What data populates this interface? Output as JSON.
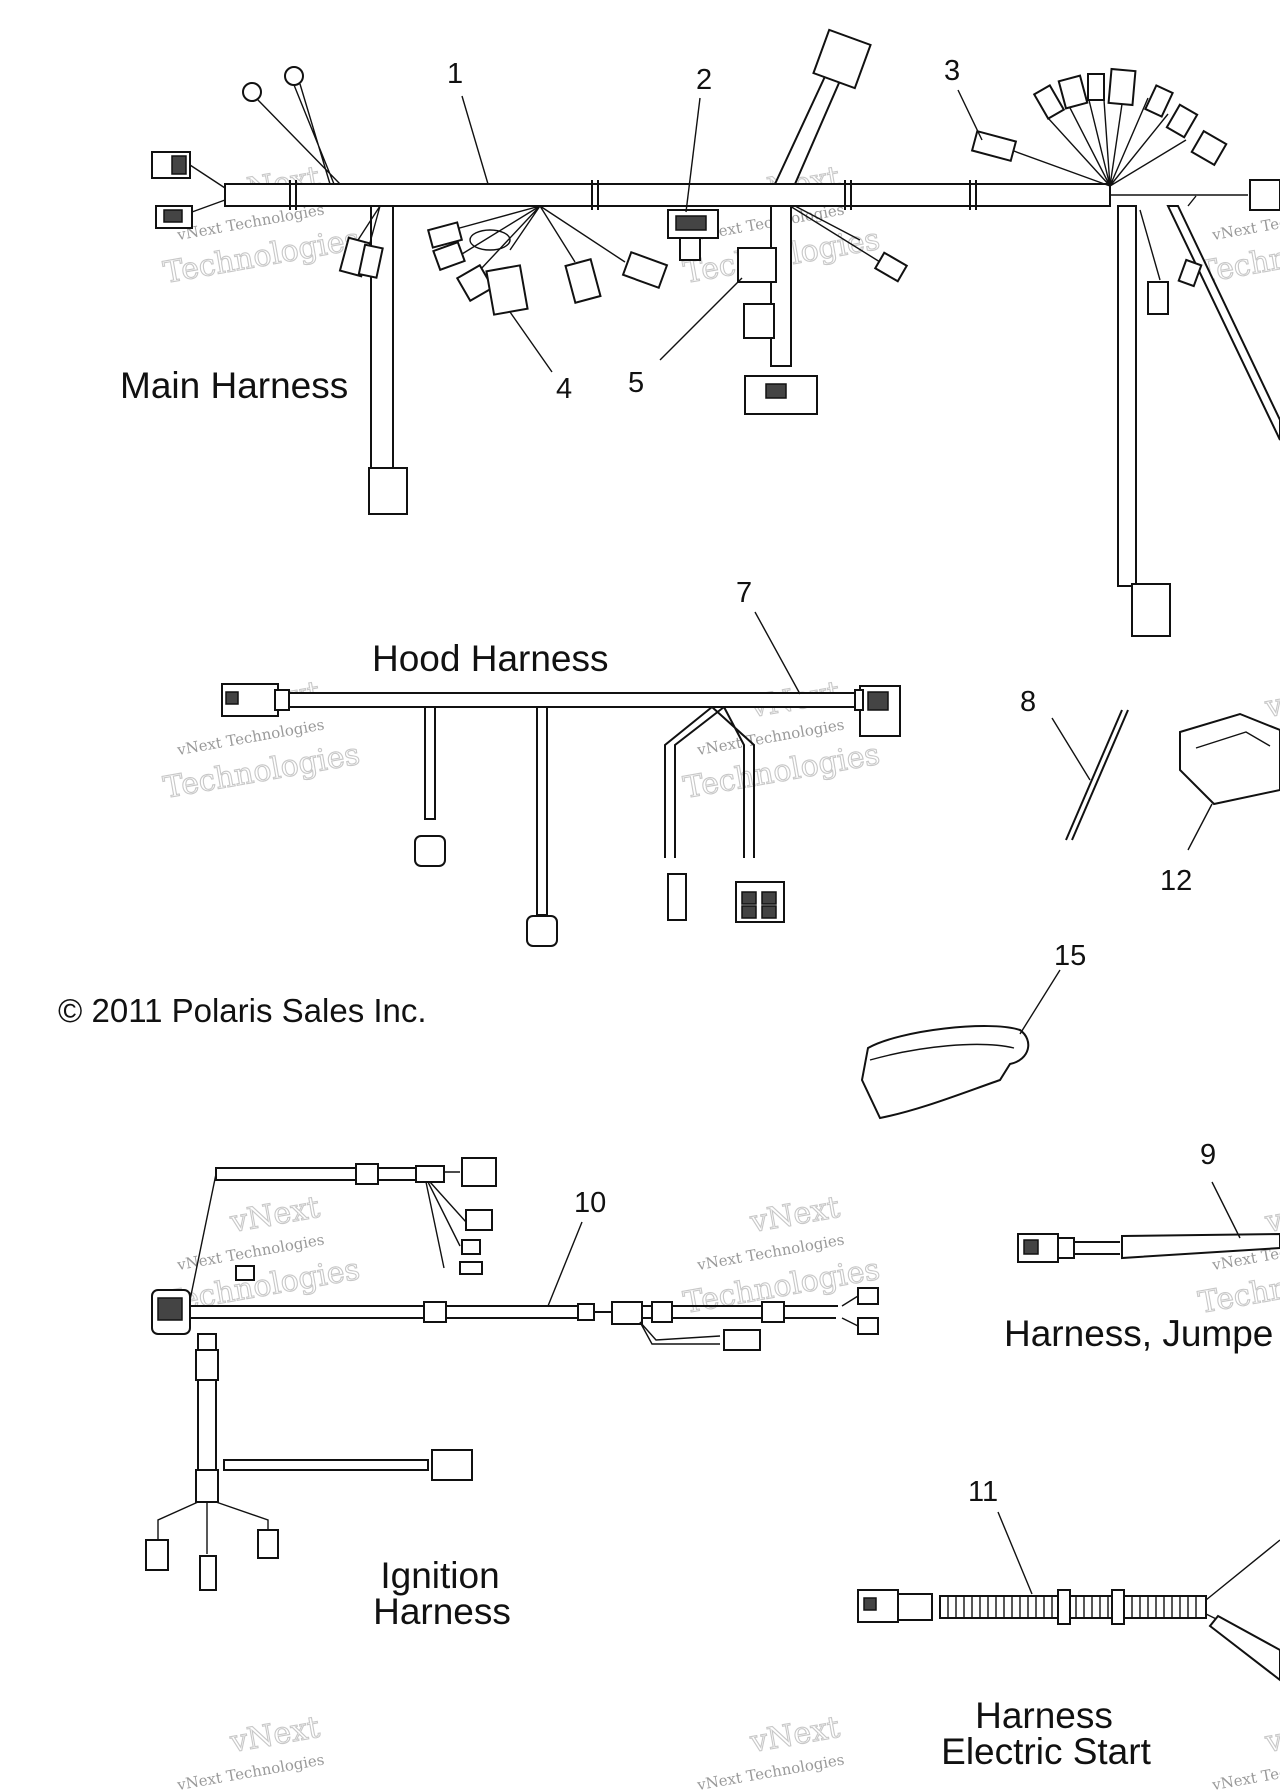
{
  "callouts": [
    "1",
    "2",
    "3",
    "4",
    "5",
    "7",
    "8",
    "12",
    "15",
    "9",
    "10",
    "11"
  ],
  "titles": {
    "main_harness": "Main Harness",
    "hood_harness": "Hood Harness",
    "harness_jumper": "Harness, Jumpe",
    "ignition_line1": "Ignition",
    "ignition_line2": "Harness",
    "electric_start_line1": "Harness",
    "electric_start_line2": "Electric Start"
  },
  "copyright": "© 2011 Polaris Sales Inc.",
  "watermark": {
    "line1": "vNext Technologies",
    "line2": "vNext",
    "line3": "Technologies"
  }
}
